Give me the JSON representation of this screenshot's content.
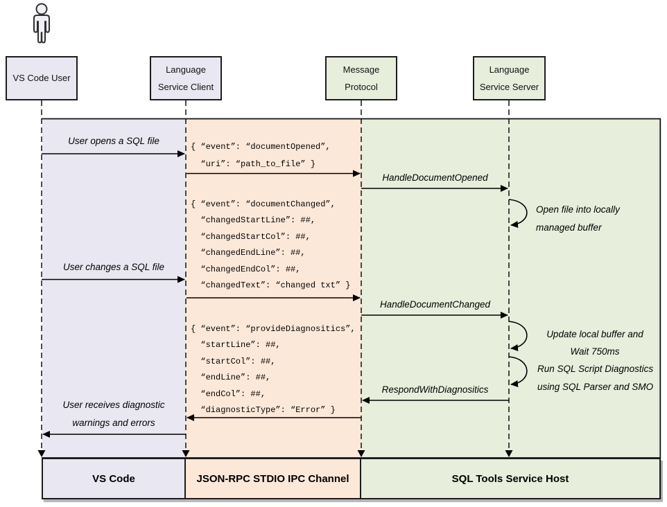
{
  "colors": {
    "lavender": "#e9e7f1",
    "peach": "#fce8d9",
    "green": "#e7eedc",
    "box_border": "#1c1c1c",
    "line": "#000000"
  },
  "actors": [
    {
      "lines": [
        "VS Code User"
      ]
    },
    {
      "lines": [
        "Language",
        "Service Client"
      ]
    },
    {
      "lines": [
        "Message",
        "Protocol"
      ]
    },
    {
      "lines": [
        "Language",
        "Service Server"
      ]
    }
  ],
  "messages": {
    "open_label": "User opens a SQL file",
    "handle_opened": "HandleDocumentOpened",
    "change_label": "User changes a SQL file",
    "handle_changed": "HandleDocumentChanged",
    "respond": "RespondWithDiagnositics",
    "receive_line1": "User receives diagnostic",
    "receive_line2": "warnings and errors"
  },
  "notes": {
    "open_buffer_line1": "Open file into locally",
    "open_buffer_line2": "managed buffer",
    "update_wait_line1": "Update local buffer and",
    "update_wait_line2": "Wait 750ms",
    "run_diag_line1": "Run SQL Script Diagnostics",
    "run_diag_line2": "using SQL Parser and SMO"
  },
  "code_blocks": {
    "document_opened": [
      "{ “event”: “documentOpened”,",
      "  “uri”: “path_to_file” }"
    ],
    "document_changed": [
      "{ “event”: “documentChanged”,",
      "  “changedStartLine”: ##,",
      "  “changedStartCol”: ##,",
      "  “changedEndLine”: ##,",
      "  “changedEndCol”: ##,",
      "  “changedText”: “changed txt” }"
    ],
    "provide_diagnostics": [
      "{ “event”: “provideDiagnositics”,",
      "  “startLine”: ##,",
      "  “startCol”: ##,",
      "  “endLine”: ##,",
      "  “endCol”: ##,",
      "  “diagnosticType”: “Error” }"
    ]
  },
  "footer": {
    "vscode": "VS Code",
    "ipc": "JSON-RPC STDIO IPC Channel",
    "host": "SQL Tools Service Host"
  }
}
